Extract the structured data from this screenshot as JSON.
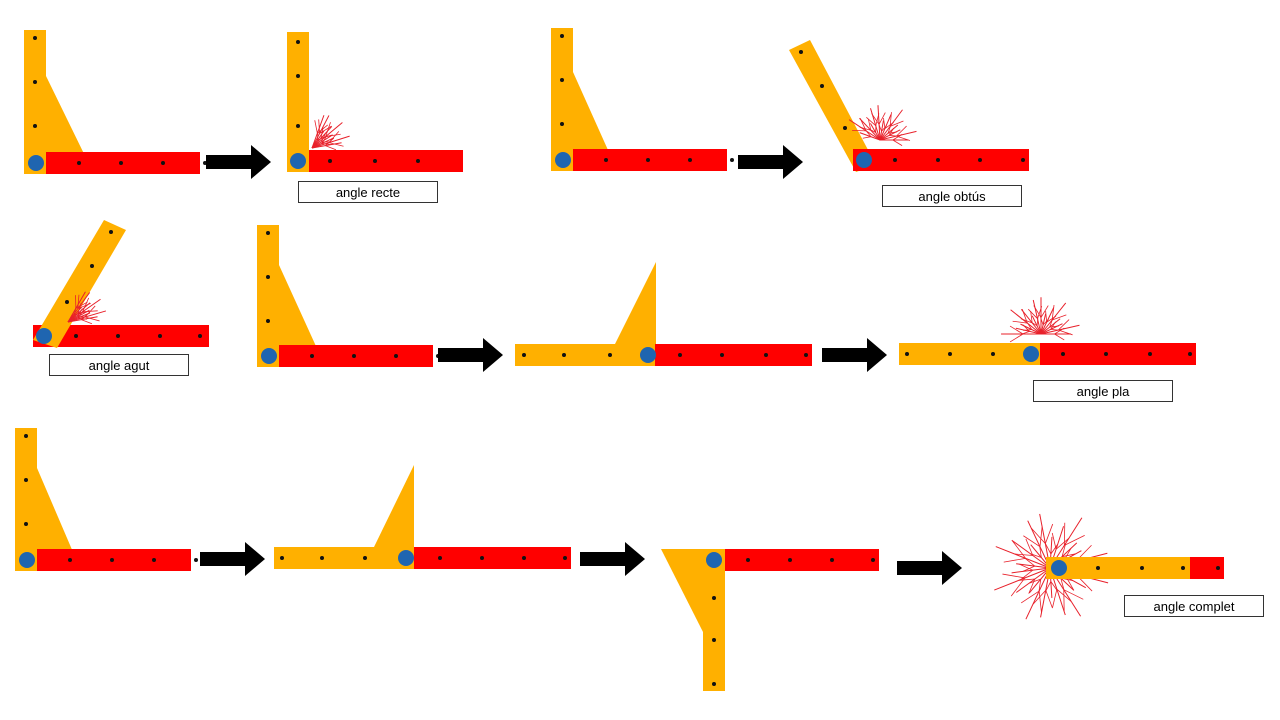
{
  "labels": {
    "right": "angle recte",
    "obtuse": "angle obtús",
    "acute": "angle agut",
    "straight": "angle pla",
    "full": "angle complet"
  },
  "colors": {
    "fixed_arm": "#ff0000",
    "moving_arm": "#ffb000",
    "pivot": "#1f65b0",
    "arrow": "#000000",
    "hole": "#111111",
    "angle_mark": "#e8202a"
  },
  "icons": [
    "arrow-right-icon",
    "pivot-icon",
    "angle-mark-icon"
  ]
}
